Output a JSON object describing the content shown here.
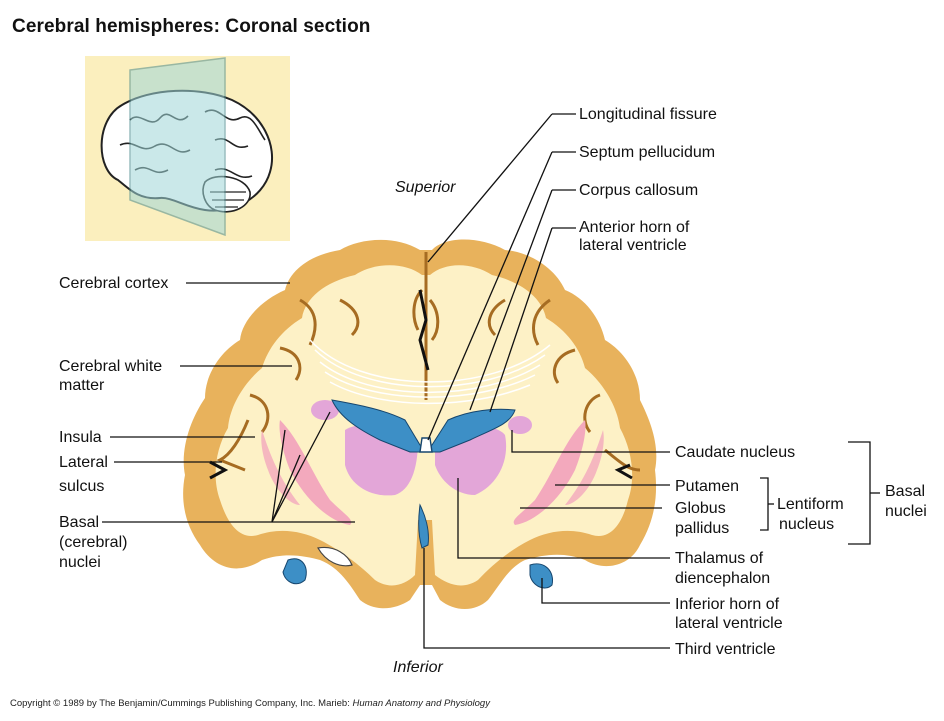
{
  "title": "Cerebral hemispheres: Coronal section",
  "orientation": {
    "superior": "Superior",
    "inferior": "Inferior"
  },
  "labels_left": {
    "cerebral_cortex": "Cerebral cortex",
    "white_matter_1": "Cerebral white",
    "white_matter_2": "matter",
    "insula": "Insula",
    "lateral_sulcus_1": "Lateral",
    "lateral_sulcus_2": "sulcus",
    "basal_nuclei_1": "Basal",
    "basal_nuclei_2": "(cerebral)",
    "basal_nuclei_3": "nuclei"
  },
  "labels_right": {
    "longitudinal_fissure": "Longitudinal fissure",
    "septum_pellucidum": "Septum pellucidum",
    "corpus_callosum": "Corpus callosum",
    "anterior_horn_1": "Anterior horn of",
    "anterior_horn_2": "lateral ventricle",
    "caudate_nucleus": "Caudate nucleus",
    "putamen": "Putamen",
    "globus_pallidus_1": "Globus",
    "globus_pallidus_2": "pallidus",
    "lentiform_1": "Lentiform",
    "lentiform_2": "nucleus",
    "basal_group_1": "Basal",
    "basal_group_2": "nuclei",
    "thalamus_1": "Thalamus of",
    "thalamus_2": "diencephalon",
    "inferior_horn_1": "Inferior horn of",
    "inferior_horn_2": "lateral ventricle",
    "third_ventricle": "Third ventricle"
  },
  "copyright": {
    "prefix": "Copyright © 1989 by The Benjamin/Cummings Publishing Company, Inc. Marieb: ",
    "book": "Human Anatomy and Physiology"
  },
  "colors": {
    "cortex": "#e8b25c",
    "white_matter": "#fdf1c6",
    "ventricle": "#3d8fc6",
    "thalamus": "#e3a6d8",
    "basal_nuclei": "#f3a9bd",
    "inset_bg": "#fbefbe",
    "plane": "#9fd7d8"
  }
}
